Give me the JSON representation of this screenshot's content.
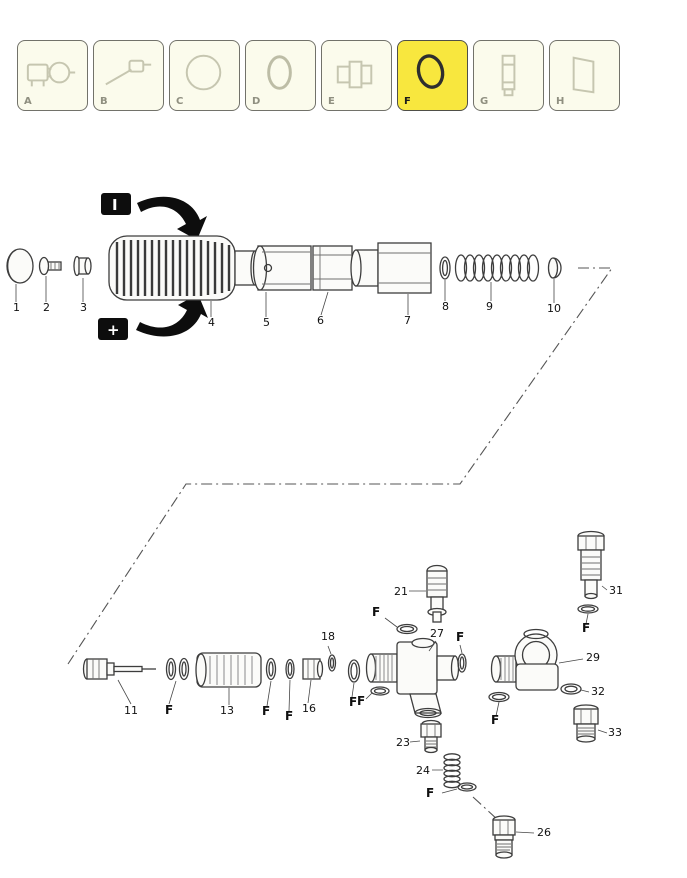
{
  "colors": {
    "tab_background": "#fbfbec",
    "tab_selected_background": "#f8e73e",
    "tab_border": "#72726a",
    "line_art": "#3d3d3d",
    "badge_background": "#0d0d0d"
  },
  "tabs": {
    "selected_index": 5,
    "items": [
      {
        "letter": "A",
        "icon": "pump-icon",
        "selected": false
      },
      {
        "letter": "B",
        "icon": "spray-gun-icon",
        "selected": false
      },
      {
        "letter": "C",
        "icon": "ring-icon",
        "selected": false
      },
      {
        "letter": "D",
        "icon": "oval-ring-icon",
        "selected": false
      },
      {
        "letter": "E",
        "icon": "coupling-icon",
        "selected": false
      },
      {
        "letter": "F",
        "icon": "o-ring-icon",
        "selected": true
      },
      {
        "letter": "G",
        "icon": "plug-icon",
        "selected": false
      },
      {
        "letter": "H",
        "icon": "panel-icon",
        "selected": false
      }
    ]
  },
  "diagram": {
    "rotation_badges": [
      {
        "label": "I",
        "icon": "rotate-ccw-arrow-icon"
      },
      {
        "label": "+",
        "icon": "rotate-cw-arrow-icon"
      }
    ],
    "seal_label": "F",
    "part_numbers": {
      "p1": "1",
      "p2": "2",
      "p3": "3",
      "p4": "4",
      "p5": "5",
      "p6": "6",
      "p7": "7",
      "p8": "8",
      "p9": "9",
      "p10": "10",
      "p11": "11",
      "p13": "13",
      "p16": "16",
      "p18": "18",
      "p21": "21",
      "p23": "23",
      "p24": "24",
      "p26": "26",
      "p27": "27",
      "p29": "29",
      "p31": "31",
      "p32": "32",
      "p33": "33"
    }
  }
}
